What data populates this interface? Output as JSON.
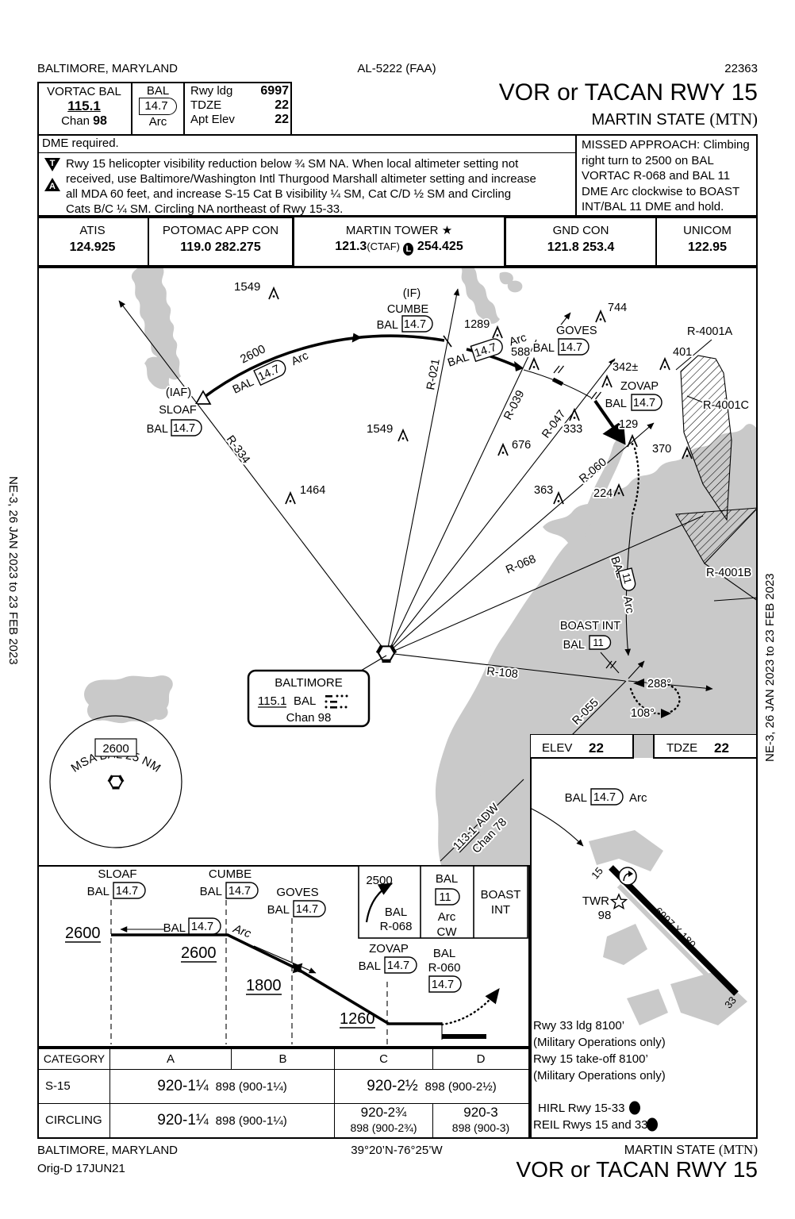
{
  "header": {
    "city": "BALTIMORE, MARYLAND",
    "al": "AL-5222 (FAA)",
    "code": "22363",
    "title": "VOR or TACAN RWY 15",
    "airport": "MARTIN STATE",
    "airport_id": "(MTN)"
  },
  "briefing": {
    "navaid": "VORTAC  BAL",
    "freq": "115.1",
    "chan_label": "Chan",
    "chan": "98",
    "rwy_ldg_label": "Rwy ldg",
    "rwy_ldg": "6997",
    "tdze_label": "TDZE",
    "tdze": "22",
    "apt_elev_label": "Apt Elev",
    "apt_elev": "22"
  },
  "notes": {
    "dme": "DME required.",
    "t_icon": "T",
    "a_icon": "A",
    "body": [
      "Rwy 15 helicopter visibility reduction below ¾ SM NA.  When local altimeter setting not",
      "received, use Baltimore/Washington Intl Thurgood Marshall altimeter setting and increase",
      "all MDA 60 feet, and increase S-15 Cat B visibility ¼ SM, Cat C/D ½ SM and Circling",
      "Cats B/C ¼ SM. Circling NA northeast of Rwy 15-33."
    ],
    "missed": "MISSED APPROACH: Climbing right turn to 2500 on BAL VORTAC R-068 and BAL 11 DME Arc clockwise to BOAST INT/BAL 11 DME and hold."
  },
  "comms": {
    "atis_l": "ATIS",
    "atis": "124.925",
    "app_l": "POTOMAC APP CON",
    "app": "119.0  282.275",
    "twr_l": "MARTIN TOWER",
    "star": "★",
    "twr_a": "121.3",
    "ctaf": "(CTAF)",
    "lsym": "L",
    "twr_b": "254.425",
    "gnd_l": "GND CON",
    "gnd": "121.8  253.4",
    "uni_l": "UNICOM",
    "uni": "122.95"
  },
  "s": {
    "bal": "BAL",
    "d147": "14.7",
    "d11": "11",
    "arc": "Arc"
  },
  "plan": {
    "e1549a": "1549",
    "e1549b": "1549",
    "e1464": "1464",
    "e1289": "1289",
    "seg1800": "1800",
    "e588": "588",
    "e744": "744",
    "e401": "401",
    "e342": "342±",
    "e333": "333",
    "e129": "129",
    "e676": "676",
    "e370": "370",
    "e363": "363",
    "e224": "224",
    "iaf": "(IAF)",
    "sloaf": "SLOAF",
    "if": "(IF)",
    "cumbe": "CUMBE",
    "goves": "GOVES",
    "zovap": "ZOVAP",
    "boast": "BOAST INT",
    "r334": "R-334",
    "r021": "R-021",
    "r039": "R-039",
    "r047": "R-047",
    "r060": "R-060",
    "r068": "R-068",
    "r108": "R-108",
    "r055": "R-055",
    "arc2600": "2600",
    "ra": "R-4001A",
    "rc": "R-4001C",
    "rb": "R-4001B",
    "hold_out": "288°",
    "hold_in": "108°"
  },
  "msa": {
    "label": "MSA BAL 25 NM",
    "alt": "2600"
  },
  "vbox": {
    "name": "BALTIMORE",
    "freq": "115.1",
    "id": "BAL",
    "chan": "Chan 98"
  },
  "adw": {
    "freq": "113.1",
    "id": "ADW",
    "chan": "Chan 78"
  },
  "profile": {
    "sloaf": "SLOAF",
    "cumbe": "CUMBE",
    "goves": "GOVES",
    "zovap": "ZOVAP",
    "alt1": "2600",
    "alt2": "2600",
    "alt3": "1800",
    "alt4": "1260",
    "climb": "2500",
    "climb_bal": "BAL",
    "climb_r": "R-068",
    "arc_bal": "BAL",
    "arc_cw": "CW",
    "boast1": "BOAST",
    "boast2": "INT",
    "map_bal": "BAL",
    "map_r": "R-060"
  },
  "minimums": {
    "cat_l": "CATEGORY",
    "a": "A",
    "b": "B",
    "c": "C",
    "d": "D",
    "s15": "S-15",
    "s15_ab": "920-1¼",
    "s15_ab2": "898 (900-1¼)",
    "s15_cd": "920-2½",
    "s15_cd2": "898 (900-2½)",
    "circ": "CIRCLING",
    "circ_ab": "920-1¼",
    "circ_ab2": "898 (900-1¼)",
    "circ_c": "920-2¾",
    "circ_c2": "898 (900-2¾)",
    "circ_d": "920-3",
    "circ_d2": "898 (900-3)"
  },
  "sketch": {
    "elev_l": "ELEV",
    "elev": "22",
    "tdze_l": "TDZE",
    "tdze": "22",
    "rwy15": "15",
    "rwy33": "33",
    "dims": "6997 X 180",
    "twr": "TWR",
    "twr_elev": "98",
    "note1": "Rwy 33 ldg 8100’",
    "note2": "(Military Operations only)",
    "note3": "Rwy 15 take-off 8100’",
    "note4": "(Military Operations only)",
    "hirl": "HIRL Rwy 15-33",
    "reil": "REIL Rwys 15 and 33",
    "lsym": "L"
  },
  "footer": {
    "city": "BALTIMORE, MARYLAND",
    "orig": "Orig-D  17JUN21",
    "coords": "39°20’N-76°25’W",
    "airport": "MARTIN STATE",
    "airport_id": "(MTN)",
    "title": "VOR or TACAN RWY 15"
  },
  "cycle": "NE-3,  26 JAN 2023  to  23 FEB 2023"
}
